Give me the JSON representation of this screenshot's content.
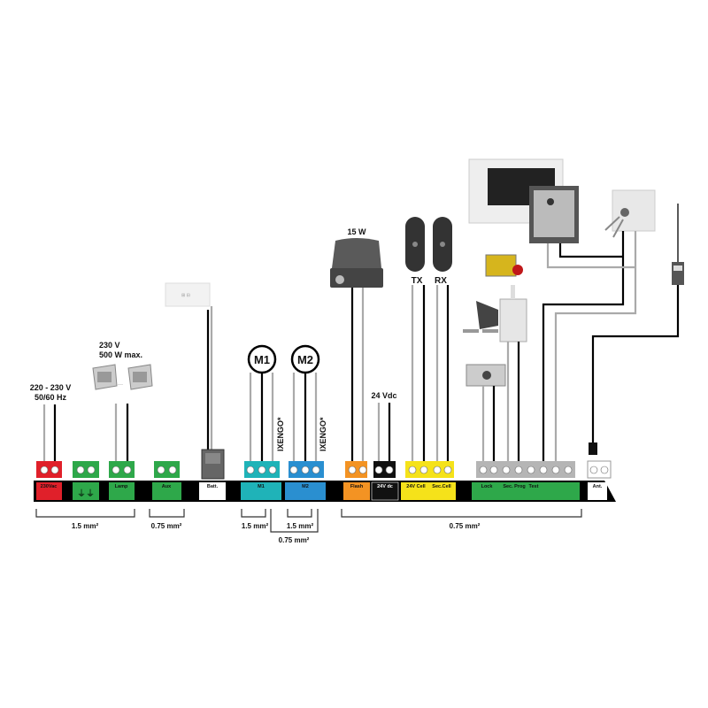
{
  "title": "Control board wiring diagram",
  "devices": {
    "mains": {
      "line1": "220 - 230 V",
      "line2": "50/60 Hz"
    },
    "lamp": {
      "line1": "230 V",
      "line2": "500 W max."
    },
    "motor1": "M1",
    "motor2": "M2",
    "ixengo1": "IXENGO*",
    "ixengo2": "IXENGO*",
    "flash": "15 W",
    "supply24": "24 Vdc",
    "tx": "TX",
    "rx": "RX"
  },
  "terminals": {
    "power": "230Vac",
    "lamp": "Lamp",
    "aux": "Aux",
    "battery": "Batt.",
    "m1": "M1",
    "m2": "M2",
    "flash": "Flash",
    "dc24": "24V dc",
    "cell24": "24V Cell",
    "seccell": "Sec.Cell",
    "lock": "Lock",
    "secprog": "Sec. Prog",
    "test": "Test",
    "antenna": "Ant."
  },
  "wire_sizes": {
    "power_lamp": "1.5 mm²",
    "aux": "0.75 mm²",
    "m1": "1.5 mm²",
    "m2": "1.5 mm²",
    "encoder": "0.75 mm²",
    "low_voltage": "0.75 mm²"
  },
  "colors": {
    "red": "#e0202a",
    "green": "#2ea84a",
    "teal": "#1fb3b8",
    "blue": "#2a8fd0",
    "orange": "#f39323",
    "yellow": "#f5e21a",
    "grey": "#b5b5b5",
    "black": "#111111"
  }
}
